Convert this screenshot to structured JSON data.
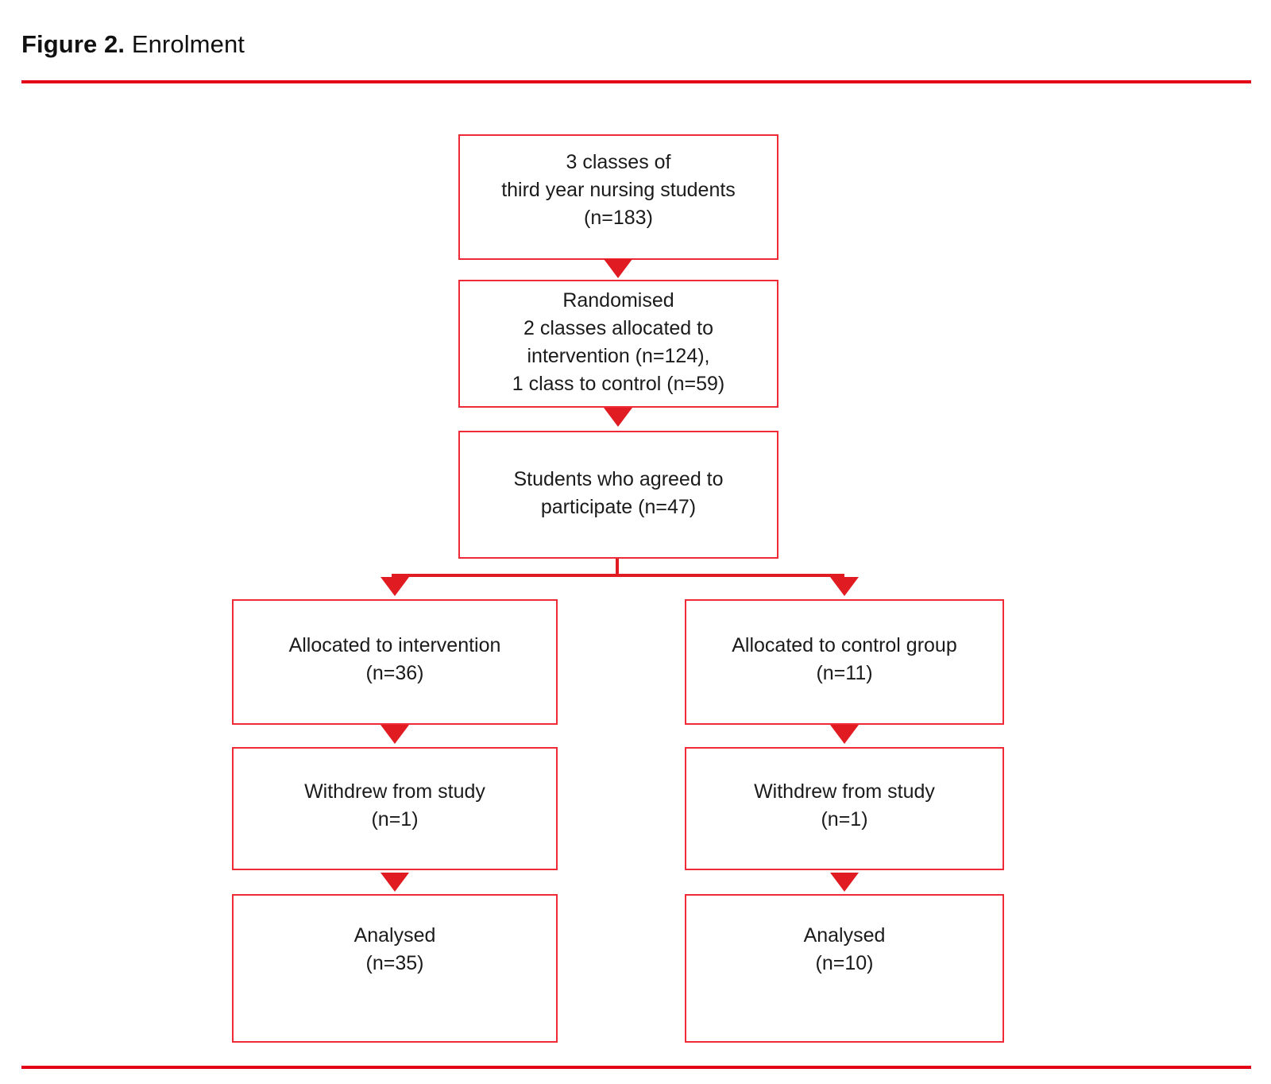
{
  "figure": {
    "label": "Figure 2.",
    "caption": "Enrolment",
    "accent_color": "#e30016",
    "box_border_color": "#ee2b37",
    "arrow_color": "#e11b22",
    "text_color": "#1b1b1b"
  },
  "flow": {
    "type": "consort-flow-diagram",
    "nodes": {
      "source": {
        "id": "source",
        "text": "3 classes of\nthird year nursing students\n(n=183)",
        "n": 183
      },
      "randomised": {
        "id": "randomised",
        "text": "Randomised\n2 classes allocated to\nintervention (n=124),\n1 class to control (n=59)",
        "n_intervention": 124,
        "n_control": 59
      },
      "agreed": {
        "id": "agreed",
        "text": "Students who agreed to\nparticipate (n=47)",
        "n": 47
      },
      "allocated_intervention": {
        "id": "allocated-intervention",
        "text": "Allocated to intervention\n(n=36)",
        "n": 36
      },
      "allocated_control": {
        "id": "allocated-control",
        "text": "Allocated to control group\n(n=11)",
        "n": 11
      },
      "withdrew_intervention": {
        "id": "withdrew-intervention",
        "text": "Withdrew from study\n(n=1)",
        "n": 1
      },
      "withdrew_control": {
        "id": "withdrew-control",
        "text": "Withdrew from study\n(n=1)",
        "n": 1
      },
      "analysed_intervention": {
        "id": "analysed-intervention",
        "text": "Analysed\n(n=35)",
        "n": 35
      },
      "analysed_control": {
        "id": "analysed-control",
        "text": "Analysed\n(n=10)",
        "n": 10
      }
    }
  }
}
